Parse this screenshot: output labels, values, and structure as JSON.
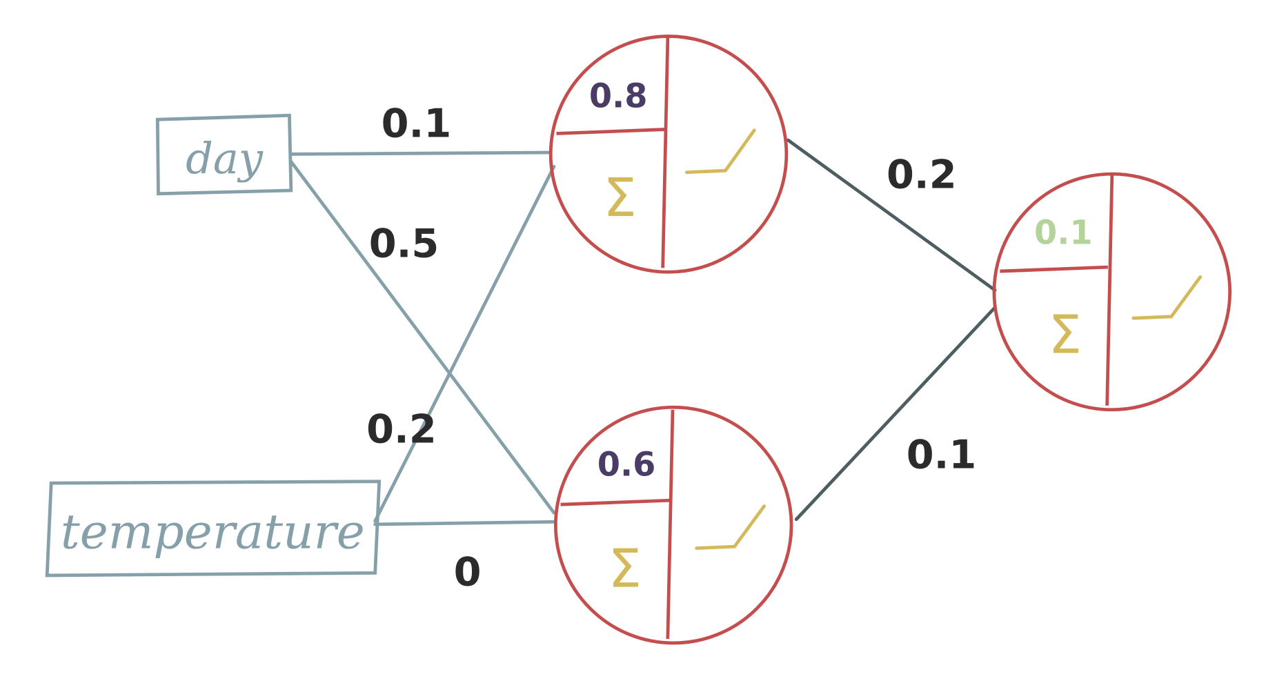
{
  "inputs": {
    "day": "day",
    "temperature": "temperature"
  },
  "weights": {
    "day_h1": "0.1",
    "day_h2": "0.5",
    "temp_h1": "0.2",
    "temp_h2": "0",
    "h1_out": "0.2",
    "h2_out": "0.1"
  },
  "neurons": {
    "h1": {
      "bias": "0.8",
      "sum_symbol": "Σ"
    },
    "h2": {
      "bias": "0.6",
      "sum_symbol": "Σ"
    },
    "out": {
      "bias": "0.1",
      "sum_symbol": "Σ"
    }
  },
  "colors": {
    "input": "#86a0aa",
    "neuron": "#c44e4e",
    "weight_text": "#2b2b2e",
    "bias_text": "#4a3c66",
    "out_bias_text": "#b3d39a",
    "activation": "#d4b95a",
    "output_edge": "#4d5e62"
  }
}
